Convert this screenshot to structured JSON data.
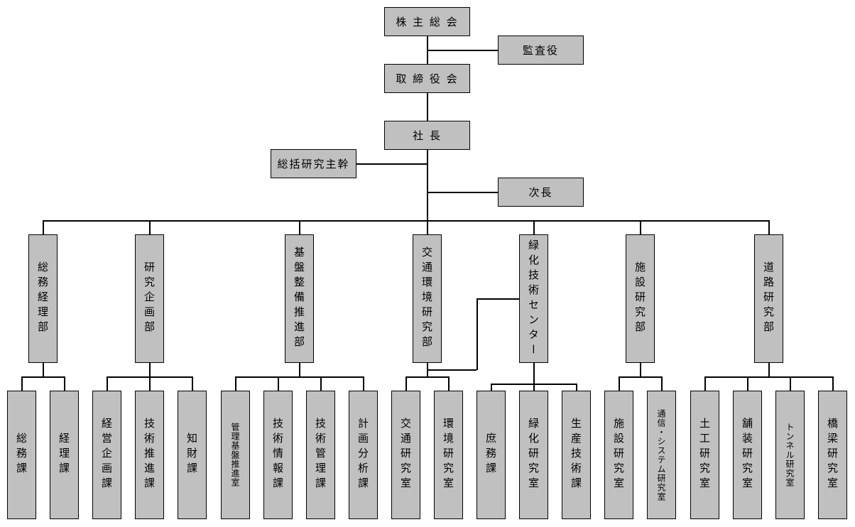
{
  "title": "組織図",
  "top": {
    "shareholders": "株 主 総 会",
    "auditor": "監査役",
    "board": "取 締 役 会",
    "president": "社 長",
    "chief_researcher": "総括研究主幹",
    "deputy": "次長"
  },
  "departments": [
    {
      "name": "総務経理部",
      "sections": [
        "総務課",
        "経理課"
      ]
    },
    {
      "name": "研究企画部",
      "sections": [
        "経営企画課",
        "技術推進課",
        "知財課"
      ]
    },
    {
      "name": "基盤整備推進部",
      "sections": [
        "管理基盤推進室",
        "技術情報課",
        "技術管理課",
        "計画分析課"
      ]
    },
    {
      "name": "交通環境研究部",
      "sections": [
        "交通研究室",
        "環境研究室"
      ]
    },
    {
      "name": "緑化技術センター",
      "sections": [
        "庶務課",
        "緑化研究室",
        "生産技術課"
      ]
    },
    {
      "name": "施設研究部",
      "sections": [
        "施設研究室",
        "通信・システム研究室"
      ]
    },
    {
      "name": "道路研究部",
      "sections": [
        "土工研究室",
        "舗装研究室",
        "トンネル研究室",
        "橋梁研究室"
      ]
    }
  ]
}
